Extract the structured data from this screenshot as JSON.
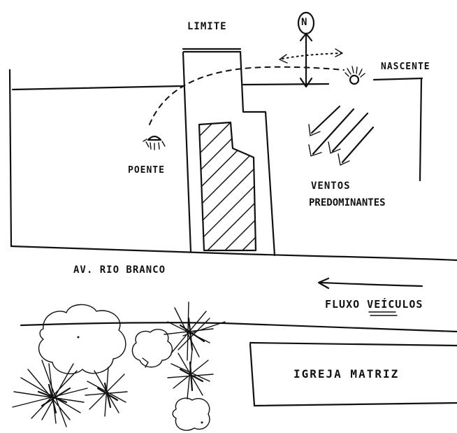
{
  "labels": {
    "limit": "LIMITE",
    "north": "N",
    "sunrise": "NASCENTE",
    "sunset": "POENTE",
    "winds_line1": "VENTOS",
    "winds_line2": "PREDOMINANTES",
    "avenue": "AV. RIO BRANCO",
    "traffic_flow": "FLUXO VEÍCULOS",
    "church": "IGREJA MATRIZ"
  }
}
